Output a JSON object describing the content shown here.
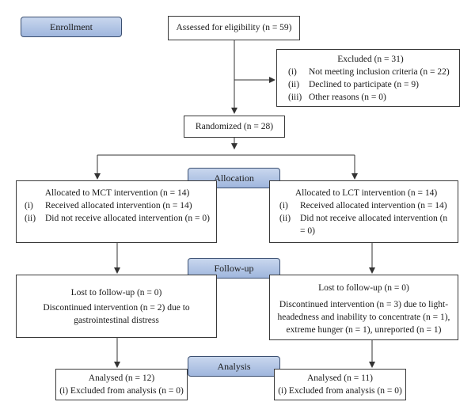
{
  "stages": {
    "enrollment": "Enrollment",
    "allocation": "Allocation",
    "followup": "Follow-up",
    "analysis": "Analysis"
  },
  "assessed": "Assessed for eligibility (n = 59)",
  "excluded": {
    "title": "Excluded (n = 31)",
    "items": [
      {
        "num": "(i)",
        "text": "Not meeting inclusion criteria (n = 22)"
      },
      {
        "num": "(ii)",
        "text": "Declined to participate (n = 9)"
      },
      {
        "num": "(iii)",
        "text": "Other reasons (n = 0)"
      }
    ]
  },
  "randomized": "Randomized (n = 28)",
  "allocation": {
    "mct": {
      "title": "Allocated to MCT intervention (n = 14)",
      "items": [
        {
          "num": "(i)",
          "text": "Received allocated intervention (n = 14)"
        },
        {
          "num": "(ii)",
          "text": "Did not receive allocated intervention (n = 0)"
        }
      ]
    },
    "lct": {
      "title": "Allocated to LCT intervention (n = 14)",
      "items": [
        {
          "num": "(i)",
          "text": "Received allocated intervention (n = 14)"
        },
        {
          "num": "(ii)",
          "text": "Did not receive allocated intervention (n = 0)"
        }
      ]
    }
  },
  "followup": {
    "mct": {
      "lost": "Lost to follow-up (n = 0)",
      "discontinued": "Discontinued intervention (n = 2) due to gastrointestinal distress"
    },
    "lct": {
      "lost": "Lost to follow-up (n = 0)",
      "discontinued": "Discontinued intervention (n = 3) due to light-headedness and inability to concentrate (n = 1), extreme hunger (n = 1), unreported (n = 1)"
    }
  },
  "analysis": {
    "mct": {
      "analysed": "Analysed (n = 12)",
      "excluded": "(i) Excluded from analysis (n = 0)"
    },
    "lct": {
      "analysed": "Analysed (n = 11)",
      "excluded": "(i) Excluded from analysis (n = 0)"
    }
  }
}
